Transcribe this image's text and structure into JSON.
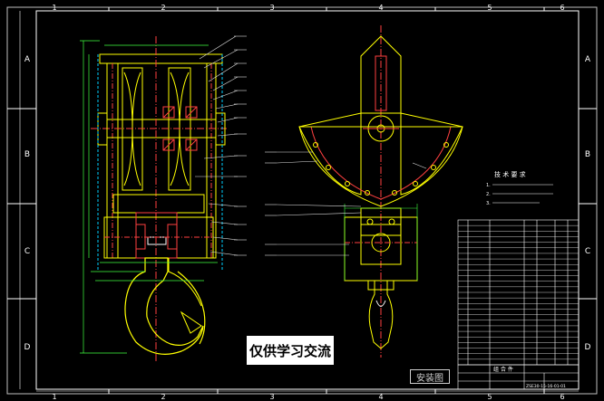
{
  "drawing": {
    "column_labels": [
      "1",
      "2",
      "3",
      "4",
      "5",
      "6"
    ],
    "row_labels": [
      "A",
      "B",
      "C",
      "D"
    ],
    "tech_title": "技 术 要 求",
    "tech_lines": [
      "1.",
      "2.",
      "3."
    ],
    "parts_table_title": "组 合 件",
    "drawing_name": "安装图",
    "drawing_number": "ZSE30-15-16-01-01",
    "watermark": "仅供学习交流"
  },
  "colors": {
    "background": "#000000",
    "frame": "#ffffff",
    "outline": "#ffff00",
    "center": "#ff4040",
    "hidden": "#00d0ff",
    "dim": "#40ff40",
    "leader": "#e0e0e0"
  }
}
